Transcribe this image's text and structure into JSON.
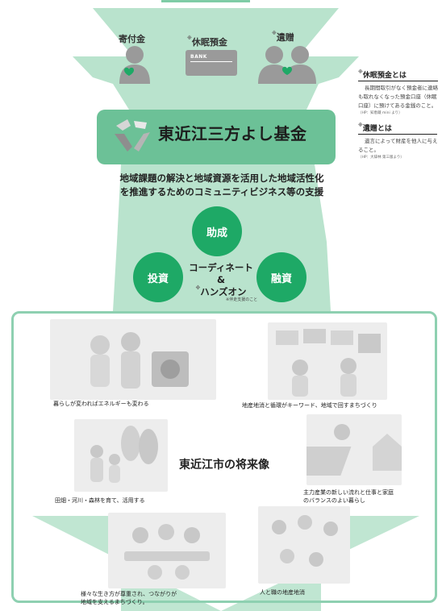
{
  "sources": {
    "donation": "寄付金",
    "dormant": "休眠預金",
    "bequest": "遺贈",
    "bank_card_text": "BANK",
    "note_mark": "※"
  },
  "fund": {
    "name": "東近江三方よし基金"
  },
  "mission": {
    "line1": "地域課題の解決と地域資源を活用した地域活性化",
    "line2": "を推進するためのコミュニティビジネス等の支援"
  },
  "support": {
    "grant": "助成",
    "invest": "投資",
    "loan": "融資",
    "hub_line1": "コーディネート",
    "hub_line2": "&",
    "hub_line3": "ハンズオン",
    "hub_note": "※伴走支援のこと"
  },
  "notes": {
    "dormant_title": "休眠預金とは",
    "dormant_line1": "長期間取引がなく預金者に連絡",
    "dormant_line2": "も取れなくなった預金口座（休眠",
    "dormant_line3": "口座）に預けてある金銭のこと。",
    "dormant_src": "（HP：知恵蔵 mini より）",
    "bequest_title": "遺贈とは",
    "bequest_line1": "遺言によって財産を他人に与え",
    "bequest_line2": "ること。",
    "bequest_src": "（HP：大辞林 第三版より）"
  },
  "future": {
    "title": "東近江市の将来像",
    "cap1": "暮らしが変わればエネルギーも変わる",
    "cap2": "地産地消と循環がキーワード、地域で回すまちづくり",
    "cap3": "田畑・河川・森林を育て、活用する",
    "cap4a": "主力産業の新しい流れと仕事と家庭",
    "cap4b": "のバランスのよい暮らし",
    "cap5a": "様々な生き方が尊重され、つながりが",
    "cap5b": "地域を支えるまちづくり。",
    "cap6": "人と職の地産地消"
  },
  "colors": {
    "light_green": "#b9e3cd",
    "mid_green": "#6cc197",
    "dark_green": "#1ea966",
    "frame_green": "#8ed0b1",
    "person_gray": "#9a9a9a"
  }
}
